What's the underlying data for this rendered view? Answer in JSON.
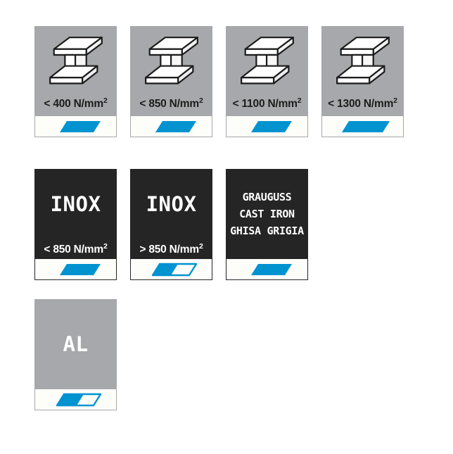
{
  "legend": {
    "accent_color": "#0093d0",
    "dark_color": "#252525",
    "gray_color": "#a6a8ab",
    "indicator_bg": "#fdfdfa",
    "cards": [
      {
        "id": "steel-400",
        "theme": "gray",
        "icon": "i-beam-icon",
        "caption": "< 400 N/mm",
        "caption_sup": "2",
        "fill_percent": 100,
        "fill_label": "full"
      },
      {
        "id": "steel-850",
        "theme": "gray",
        "icon": "i-beam-icon",
        "caption": "< 850 N/mm",
        "caption_sup": "2",
        "fill_percent": 100,
        "fill_label": "full"
      },
      {
        "id": "steel-1100",
        "theme": "gray",
        "icon": "i-beam-icon",
        "caption": "< 1100 N/mm",
        "caption_sup": "2",
        "fill_percent": 100,
        "fill_label": "full"
      },
      {
        "id": "steel-1300",
        "theme": "gray",
        "icon": "i-beam-icon",
        "caption": "< 1300 N/mm",
        "caption_sup": "2",
        "fill_percent": 100,
        "fill_label": "full"
      },
      {
        "id": "inox-below-850",
        "theme": "dark",
        "wordmark": "INOX",
        "caption": "< 850 N/mm",
        "caption_sup": "2",
        "fill_percent": 100,
        "fill_label": "full"
      },
      {
        "id": "inox-above-850",
        "theme": "dark",
        "wordmark": "INOX",
        "caption": "> 850 N/mm",
        "caption_sup": "2",
        "fill_percent": 50,
        "fill_label": "half"
      },
      {
        "id": "cast-iron",
        "theme": "dark",
        "lines": [
          "GRAUGUSS",
          "CAST IRON",
          "GHISA GRIGIA"
        ],
        "fill_percent": 100,
        "fill_label": "full"
      },
      {
        "id": "aluminium",
        "theme": "gray",
        "wordmark": "AL",
        "fill_percent": 55,
        "fill_label": "partial"
      }
    ]
  }
}
